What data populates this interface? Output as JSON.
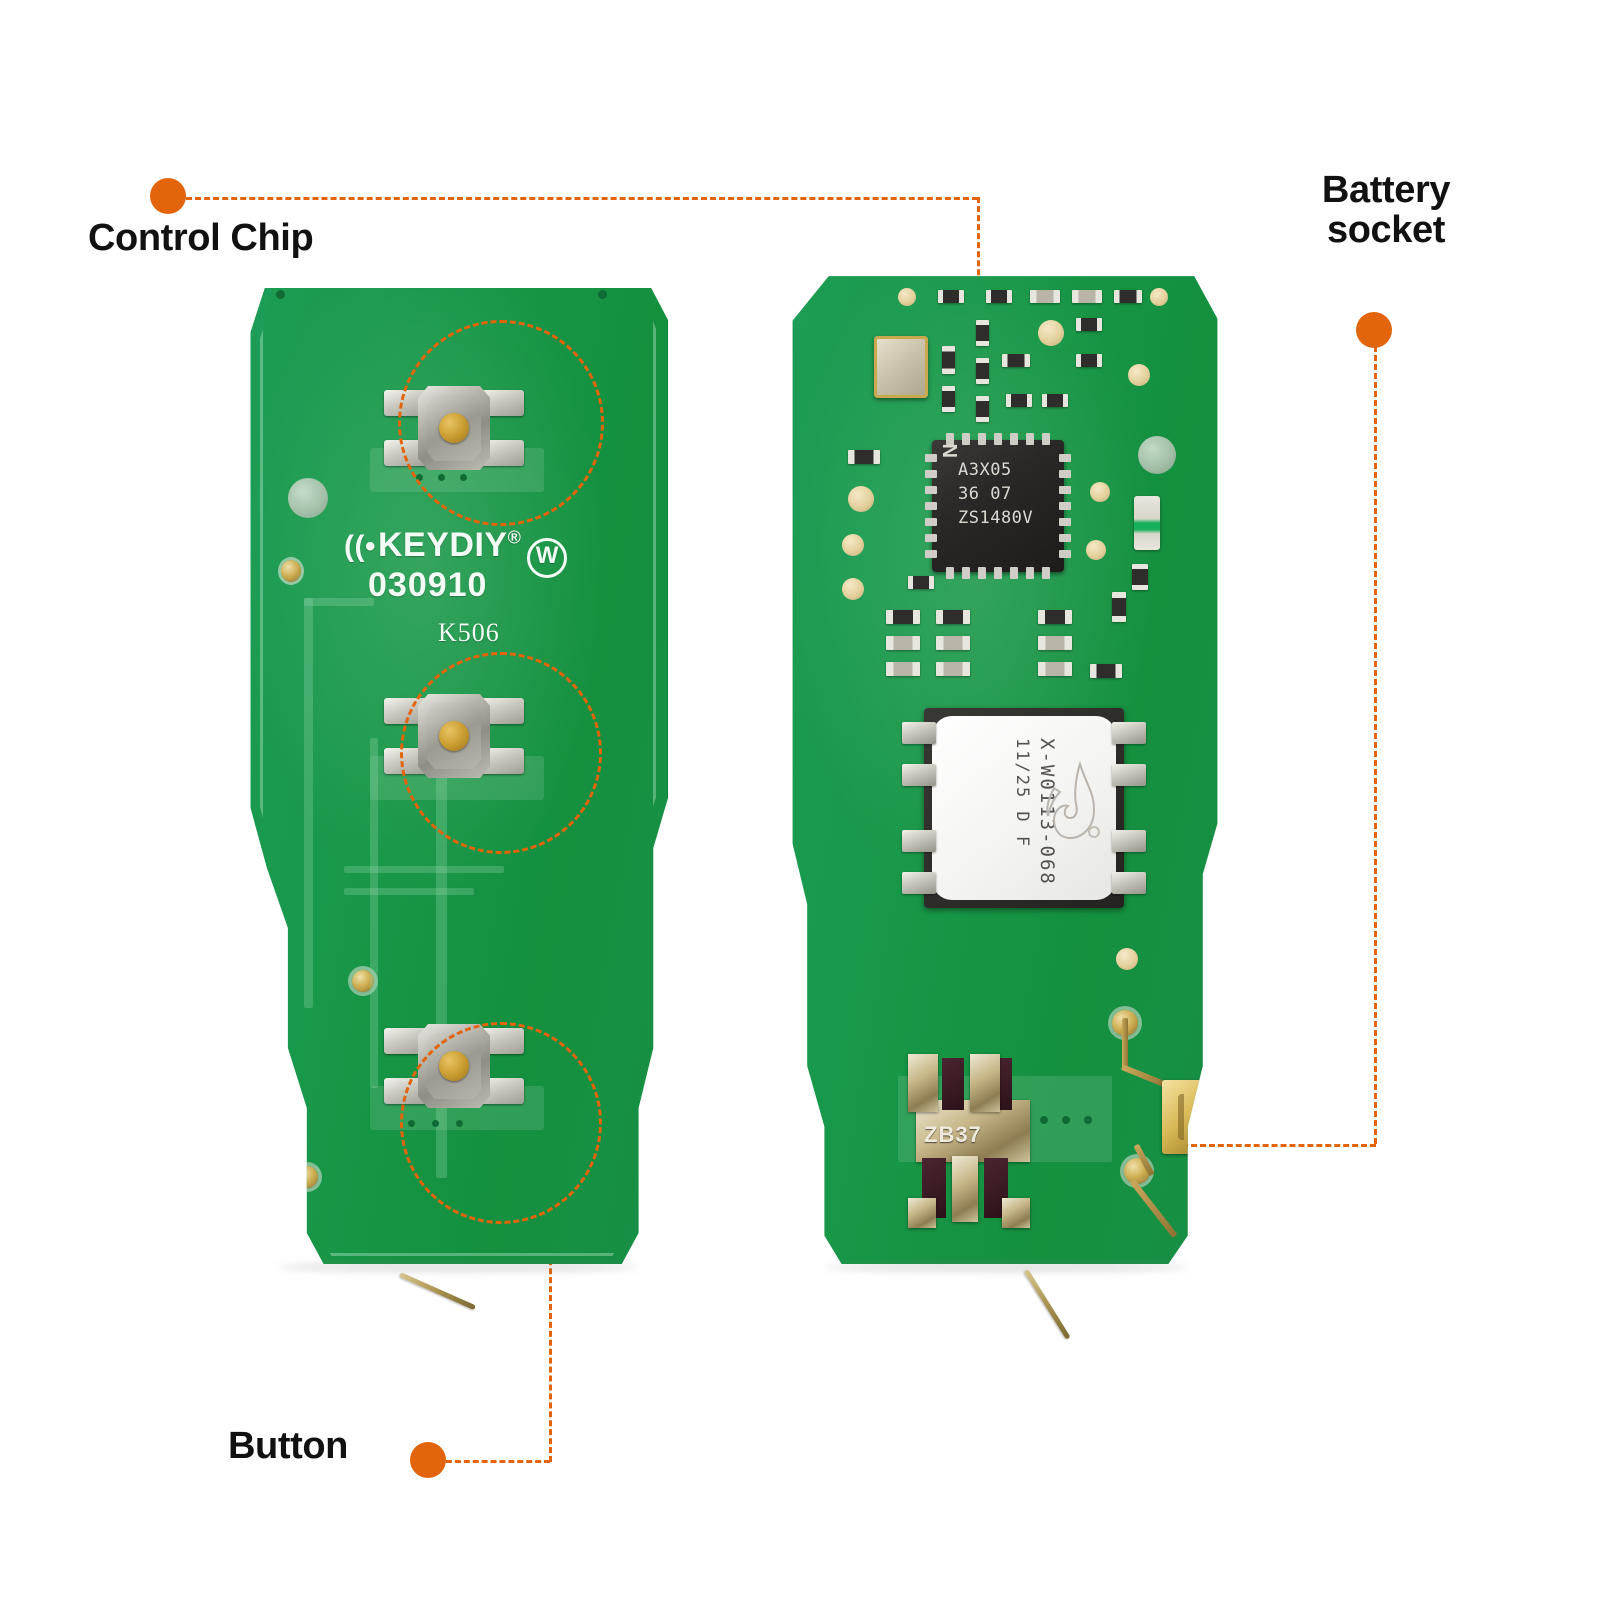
{
  "figure": {
    "title": "KEYDIY remote key PCB — front and back annotated",
    "background_color": "#ffffff",
    "accent_color": "#E2650C",
    "pcb_color": "#199A4F"
  },
  "callouts": [
    {
      "id": "control-chip",
      "label": "Control Chip",
      "dot_color": "#E2650C",
      "target": "QFN microcontroller on the back board"
    },
    {
      "id": "battery-socket",
      "label": "Battery\nsocket",
      "dot_color": "#E2650C",
      "target": "ZB37 battery clip and side contact on the back board"
    },
    {
      "id": "button",
      "label": "Button",
      "dot_color": "#E2650C",
      "target": "Tactile switches on the front board"
    }
  ],
  "front_board": {
    "name": "PCB front (button side)",
    "silkscreen": {
      "brand": "KEYDIY",
      "registered_mark": "®",
      "badge": "W",
      "wave_icon": "((•",
      "code": "030910",
      "model": "K506"
    },
    "buttons": [
      {
        "index": 1,
        "name": "tact-switch-top",
        "highlighted": true
      },
      {
        "index": 2,
        "name": "tact-switch-middle",
        "highlighted": true
      },
      {
        "index": 3,
        "name": "tact-switch-bottom",
        "highlighted": true
      }
    ]
  },
  "back_board": {
    "name": "PCB back (component side)",
    "control_chip": {
      "marking_line1": "A3X05",
      "marking_line2": "36  07",
      "marking_line3": "ZS1480V",
      "logo": "N",
      "package": "QFN"
    },
    "rf_module": {
      "marking_line1": "X-W0113-068",
      "marking_line2": "11/25 D F",
      "color": "#ffffff"
    },
    "battery_clip": {
      "marking": "ZB37"
    },
    "components": [
      "crystal-oscillator",
      "smd-resistor-array",
      "smd-capacitor-array",
      "green-trimmer-capacitor",
      "side-battery-contact",
      "antenna-wire"
    ]
  }
}
